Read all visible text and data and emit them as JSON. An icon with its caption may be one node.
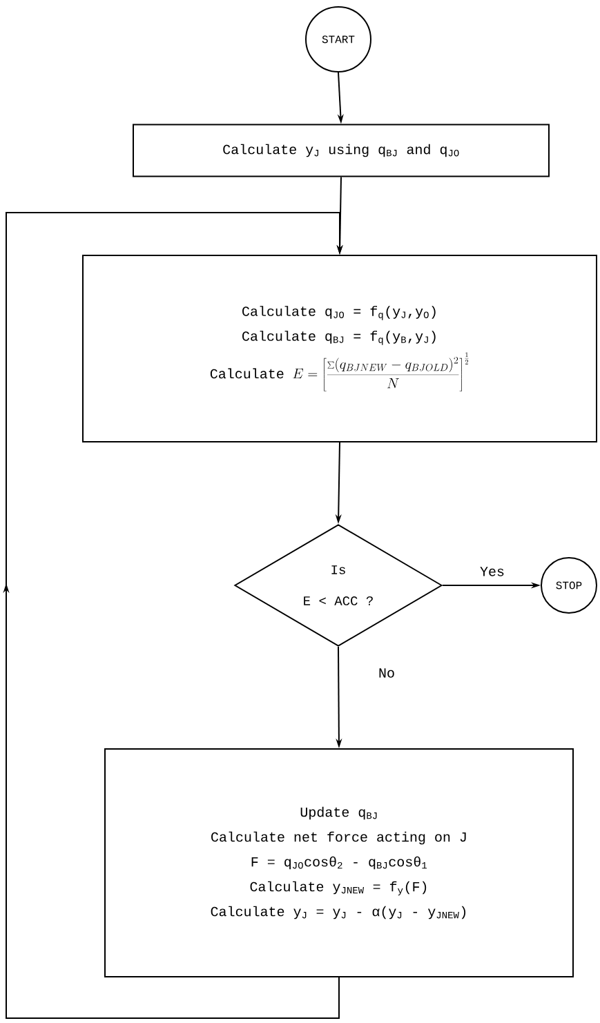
{
  "diagram": {
    "nodes": [
      {
        "text": [
          "START"
        ]
      },
      {
        "text": [
          "Calculate y$_{J}$ using q$_{BJ}$ and q$_{JO}$"
        ]
      },
      {
        "text": [
          "Calculate q$_{JO}$ = f$_{q}$(y$_{J}$,y$_{O}$)",
          "Calculate q$_{BJ}$ = f$_{q}$(y$_{B}$,y$_{J}$)",
          "\\mbox{Calculate}\\;\\; E = \\left[\\frac{\\sum(q_{BJNEW} - q_{BJOLD})^{2}}{N}\\right]^{\\frac{1}{2}}"
        ]
      },
      {
        "text": [
          "Is",
          "E < ACC ?"
        ]
      },
      {
        "text": [
          "STOP"
        ]
      },
      {
        "text": [
          "Update q$_{BJ}$",
          "Calculate net force acting on J",
          "F = q$_{JO}$cosθ$_{2}$ - q$_{BJ}$cosθ$_{1}$",
          "Calculate y$_{JNEW}$ = f$_{y}$(F)",
          "Calculate y$_{J}$ = y$_{J}$ - α(y$_{J}$ - y$_{JNEW}$)"
        ]
      }
    ],
    "edges": [
      {
        "from": 0,
        "to": 1,
        "arrow": "to"
      },
      {
        "from": 1,
        "to": 2,
        "arrow": "to"
      },
      {
        "from": 2,
        "to": 3,
        "arrow": "to"
      },
      {
        "from": 3,
        "to": 4,
        "arrow": "to",
        "label": "Yes"
      },
      {
        "from": 3,
        "to": 5,
        "arrow": "to",
        "label": "No"
      },
      {
        "from": 5,
        "to": 2,
        "arrow": "to"
      }
    ]
  }
}
